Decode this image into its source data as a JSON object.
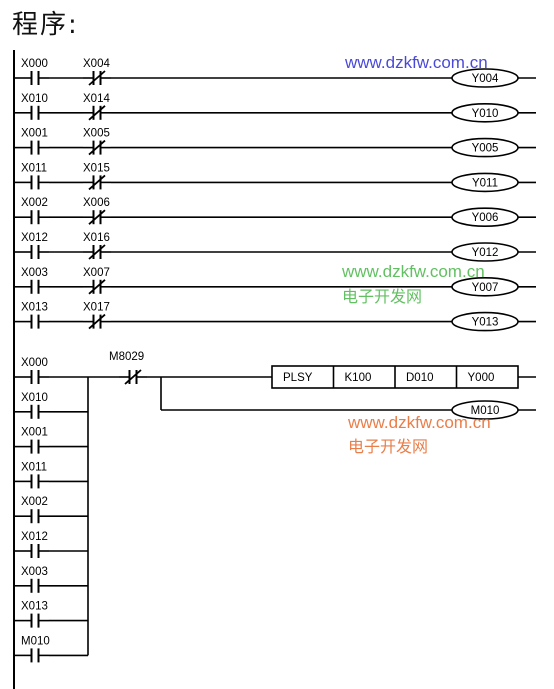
{
  "title": "程序:",
  "rungs": [
    {
      "contacts": [
        {
          "label": "X000",
          "type": "NO"
        },
        {
          "label": "X004",
          "type": "NC"
        }
      ],
      "coil": "Y004"
    },
    {
      "contacts": [
        {
          "label": "X010",
          "type": "NO"
        },
        {
          "label": "X014",
          "type": "NC"
        }
      ],
      "coil": "Y010"
    },
    {
      "contacts": [
        {
          "label": "X001",
          "type": "NO"
        },
        {
          "label": "X005",
          "type": "NC"
        }
      ],
      "coil": "Y005"
    },
    {
      "contacts": [
        {
          "label": "X011",
          "type": "NO"
        },
        {
          "label": "X015",
          "type": "NC"
        }
      ],
      "coil": "Y011"
    },
    {
      "contacts": [
        {
          "label": "X002",
          "type": "NO"
        },
        {
          "label": "X006",
          "type": "NC"
        }
      ],
      "coil": "Y006"
    },
    {
      "contacts": [
        {
          "label": "X012",
          "type": "NO"
        },
        {
          "label": "X016",
          "type": "NC"
        }
      ],
      "coil": "Y012"
    },
    {
      "contacts": [
        {
          "label": "X003",
          "type": "NO"
        },
        {
          "label": "X007",
          "type": "NC"
        }
      ],
      "coil": "Y007"
    },
    {
      "contacts": [
        {
          "label": "X013",
          "type": "NO"
        },
        {
          "label": "X017",
          "type": "NC"
        }
      ],
      "coil": "Y013"
    }
  ],
  "block": {
    "parallel_contacts": [
      "X000",
      "X010",
      "X001",
      "X011",
      "X002",
      "X012",
      "X003",
      "X013",
      "M010"
    ],
    "series_contact": {
      "label": "M8029",
      "type": "NC"
    },
    "instruction": [
      "PLSY",
      "K100",
      "D010",
      "Y000"
    ],
    "coil": "M010"
  },
  "watermarks": [
    {
      "url": "www.dzkfw.com.cn",
      "text": "",
      "color": "#3a3ad6"
    },
    {
      "url": "www.dzkfw.com.cn",
      "text": "电子开发网",
      "color": "#55bb55"
    },
    {
      "url": "www.dzkfw.com.cn",
      "text": "电子开发网",
      "color": "#e8743a"
    }
  ]
}
